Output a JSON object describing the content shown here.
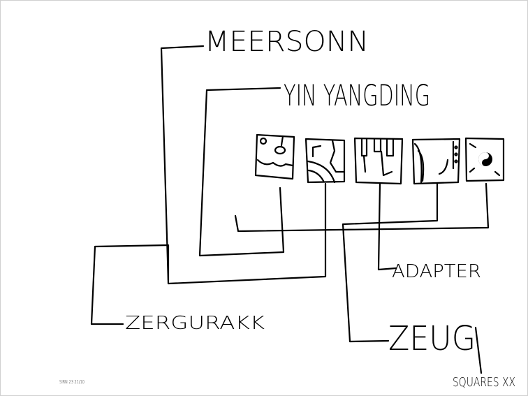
{
  "labels": {
    "meersonn": "MEERSONN",
    "yin_yang_ding": "YIN YANGDING",
    "zergurakk": "ZERGURAKK",
    "adapter": "ADAPTER",
    "zeug": "ZEUG",
    "squares": "SQUARES XX",
    "signature": "SIRN 23 21/10"
  },
  "tiles": [
    {
      "name": "tile-bubbles-icon"
    },
    {
      "name": "tile-circuit-icon"
    },
    {
      "name": "tile-piano-icon"
    },
    {
      "name": "tile-plant-icon"
    },
    {
      "name": "tile-yin-yang-icon"
    }
  ],
  "colors": {
    "ink": "#000000",
    "paper": "#ffffff"
  }
}
